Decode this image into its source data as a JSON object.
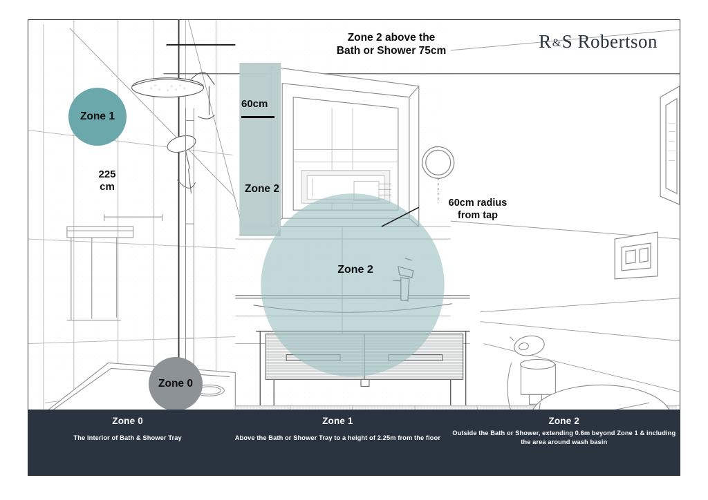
{
  "brand": {
    "name_left": "R",
    "amp": "&",
    "name_right": "S Robertson"
  },
  "callouts": {
    "top_title": "Zone 2 above the\nBath or Shower 75cm",
    "radius_note": "60cm radius\nfrom tap",
    "band_measure": "60cm",
    "height_measure": "225\ncm"
  },
  "zones": {
    "zone1_badge": "Zone\n1",
    "zone0_badge": "Zone\n0",
    "zone2_center": "Zone\n2",
    "zone2_band": "Zone\n2"
  },
  "legend": [
    {
      "title": "Zone 0",
      "description": "The Interior of Bath & Shower Tray"
    },
    {
      "title": "Zone 1",
      "description": "Above the Bath or Shower Tray to a\nheight of 2.25m from the floor"
    },
    {
      "title": "Zone 2",
      "description": "Outside the Bath or Shower,\nextending 0.6m beyond Zone 1\n& including the area around wash basin"
    }
  ],
  "colors": {
    "zone1_teal": "#6aa8ab",
    "zone0_grey": "#8d9296",
    "zone2_band": "#b9cbcc",
    "zone2_circle": "#aac5c6",
    "footer_bg": "#2a3441",
    "ink": "#0d0d0d"
  },
  "scene_icons": {
    "rain_shower_head": "shower-head-icon",
    "hand_shower": "hand-shower-icon",
    "basin_tap": "tap-icon",
    "round_mirror": "round-mirror-icon",
    "wall_mirror": "wall-mirror-icon",
    "framed_picture": "picture-frame-icon",
    "toilet": "toilet-icon",
    "toilet_roll": "toilet-roll-icon",
    "flush_plate": "flush-plate-icon",
    "shower_drain": "drain-icon"
  }
}
